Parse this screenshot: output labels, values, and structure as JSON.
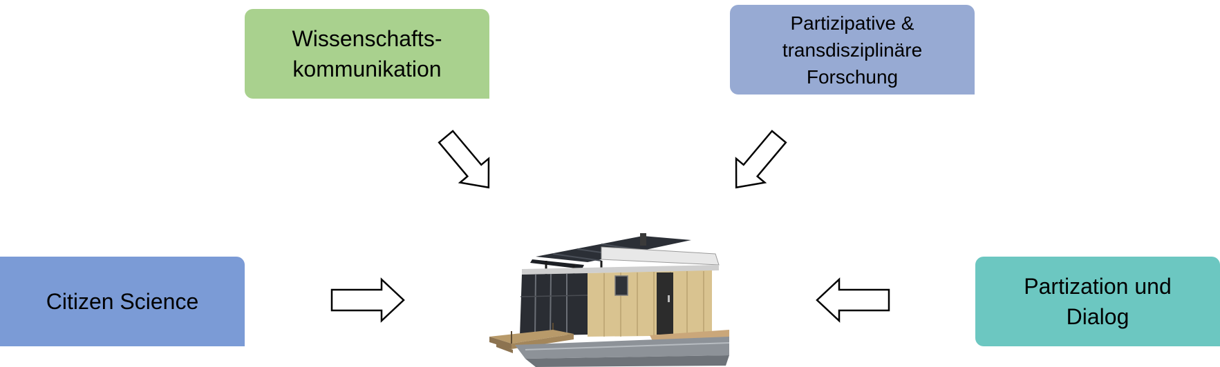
{
  "boxes": {
    "top_left": {
      "lines": [
        "Wissenschafts-",
        "kommunikation"
      ],
      "color": "#a9d18e"
    },
    "top_right": {
      "lines": [
        "Partizipative &",
        "transdisziplinäre",
        "Forschung"
      ],
      "color": "#97aad3"
    },
    "left": {
      "lines": [
        "Citizen Science"
      ],
      "color": "#7b9bd6"
    },
    "right": {
      "lines": [
        "Partization und",
        "Dialog"
      ],
      "color": "#6cc7c1"
    }
  },
  "center_image": {
    "icon": "tiny-house-icon"
  }
}
